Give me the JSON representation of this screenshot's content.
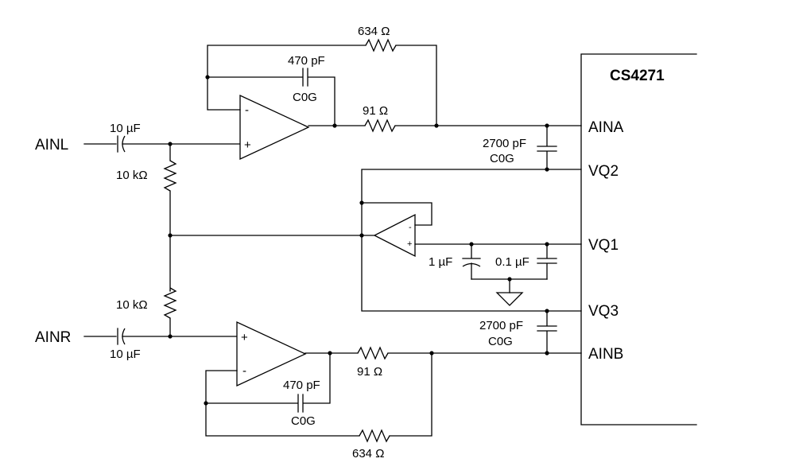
{
  "chip": {
    "name": "CS4271",
    "pins": [
      "AINA",
      "VQ2",
      "VQ1",
      "VQ3",
      "AINB"
    ]
  },
  "inputs": {
    "left": "AINL",
    "right": "AINR"
  },
  "labels": {
    "c_in_left": "10 µF",
    "c_in_right": "10 µF",
    "r_bias_top": "10 kΩ",
    "r_bias_bottom": "10 kΩ",
    "r_fb_top": "634 Ω",
    "r_fb_bottom": "634 Ω",
    "c_fb_top": "470 pF",
    "c_fb_top_type": "C0G",
    "c_fb_bottom": "470 pF",
    "c_fb_bottom_type": "C0G",
    "r_out_top": "91 Ω",
    "r_out_bottom": "91 Ω",
    "c_filt_top": "2700 pF",
    "c_filt_top_type": "C0G",
    "c_filt_bottom": "2700 pF",
    "c_filt_bottom_type": "C0G",
    "c_vq_1": "1 µF",
    "c_vq_2": "0.1 µF"
  },
  "opamp_pins": {
    "minus": "-",
    "plus": "+"
  },
  "colors": {
    "line": "#000000",
    "background": "#ffffff"
  }
}
